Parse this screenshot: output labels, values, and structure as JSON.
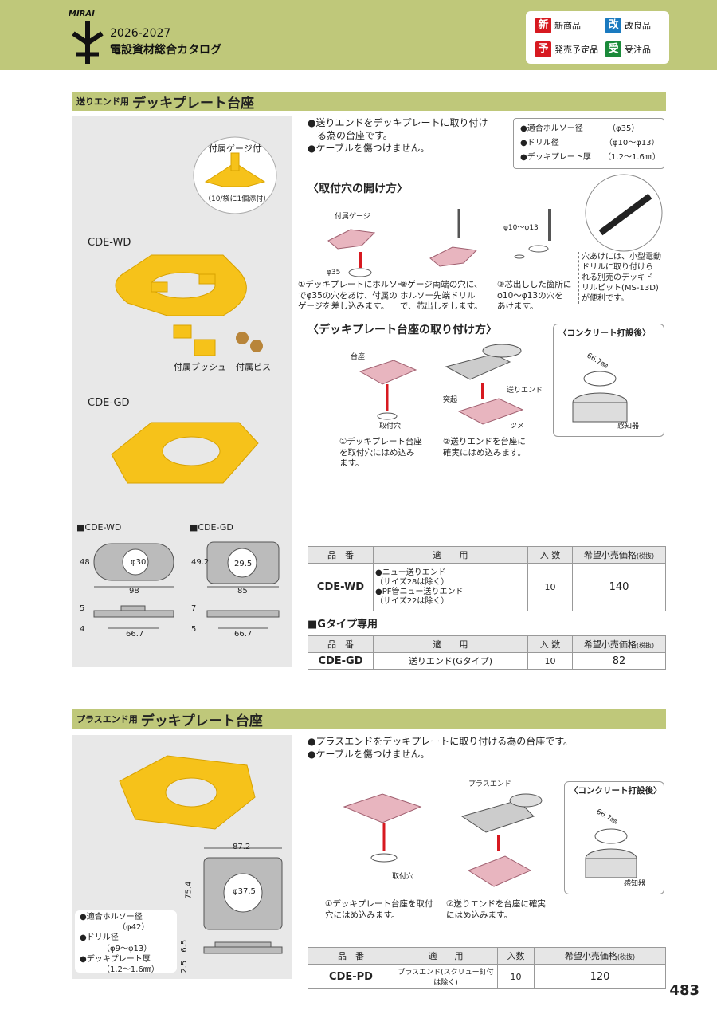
{
  "header": {
    "brand": "MIRAI",
    "year": "2026-2027",
    "catalog_title": "電設資材総合カタログ",
    "legend": [
      {
        "badge": "新",
        "label": "新商品",
        "color": "#d71920"
      },
      {
        "badge": "改",
        "label": "改良品",
        "color": "#1a7ac0"
      },
      {
        "badge": "予",
        "label": "発売予定品",
        "color": "#d71920"
      },
      {
        "badge": "受",
        "label": "受注品",
        "color": "#1a8a3a"
      }
    ]
  },
  "section1": {
    "prefix": "送りエンド用",
    "title": "デッキプレート台座",
    "gauge_label": "付属ゲージ付",
    "gauge_note": "（10/袋に1個添付）",
    "model_wd": "CDE-WD",
    "model_gd": "CDE-GD",
    "bush_label": "付属ブッシュ",
    "screw_label": "付属ビス",
    "bullets": [
      "●送りエンドをデッキプレートに取り付け",
      "　る為の台座です。",
      "●ケーブルを傷つけません。"
    ],
    "specs": [
      {
        "k": "●適合ホルソー径",
        "v": "（φ35）"
      },
      {
        "k": "●ドリル径",
        "v": "（φ10～φ13）"
      },
      {
        "k": "●デッキプレート厚",
        "v": "（1.2～1.6㎜）"
      }
    ],
    "hole_title": "〈取付穴の開け方〉",
    "gauge_small": "付属ゲージ",
    "phi35": "φ35",
    "phi10_13": "φ10～φ13",
    "hole_steps": [
      "①デッキプレートにホルソー\nでφ35の穴をあけ、付属の\nゲージを差し込みます。",
      "②ゲージ両端の穴に、\nホルソー先端ドリル\nで、芯出しをします。",
      "③芯出しした箇所に\nφ10～φ13の穴を\nあけます。"
    ],
    "drill_note": "穴あけには、小型電動\nドリルに取り付けら\nれる別売のデッキド\nリルビット(MS-13D)\nが便利です。",
    "mount_title": "〈デッキプレート台座の取り付け方〉",
    "base_label": "台座",
    "mount_hole": "取付穴",
    "okuri_end": "送りエンド",
    "projection": "突起",
    "claw": "ツメ",
    "mount_steps": [
      "①デッキプレート台座\nを取付穴にはめ込み\nます。",
      "②送りエンドを台座に\n確実にはめ込みます。"
    ],
    "concrete_title": "〈コンクリート打設後〉",
    "concrete_dim": "66.7㎜",
    "sensor": "感知器",
    "dim_wd_label": "■CDE-WD",
    "dim_gd_label": "■CDE-GD",
    "dims_wd": {
      "h": "48",
      "w": "98",
      "d": "φ30",
      "pitch": "66.7",
      "t1": "5",
      "t2": "4"
    },
    "dims_gd": {
      "h": "49.2",
      "w": "85",
      "d": "29.5",
      "pitch": "66.7",
      "t1": "7",
      "t2": "5"
    }
  },
  "table1": {
    "headers": [
      "品　番",
      "適　　用",
      "入 数",
      "希望小売価格"
    ],
    "tax": "(税抜)",
    "rows": [
      {
        "code": "CDE-WD",
        "use": "●ニュー送りエンド\n（サイズ28は除く）\n●PF管ニュー送りエンド\n（サイズ22は除く）",
        "qty": "10",
        "price": "140"
      }
    ]
  },
  "gtype_title": "■Gタイプ専用",
  "table2": {
    "headers": [
      "品　番",
      "適　　用",
      "入 数",
      "希望小売価格"
    ],
    "tax": "(税抜)",
    "rows": [
      {
        "code": "CDE-GD",
        "use": "送りエンド(Gタイプ)",
        "qty": "10",
        "price": "82"
      }
    ]
  },
  "section2": {
    "prefix": "プラスエンド用",
    "title": "デッキプレート台座",
    "bullets": [
      "●プラスエンドをデッキプレートに取り付ける為の台座です。",
      "●ケーブルを傷つけません。"
    ],
    "specs": [
      "●適合ホルソー径",
      "（φ42）",
      "●ドリル径",
      "（φ9～φ13）",
      "●デッキプレート厚",
      "（1.2～1.6㎜）"
    ],
    "plus_end": "プラスエンド",
    "mount_hole": "取付穴",
    "steps": [
      "①デッキプレート台座を取付\n穴にはめ込みます。",
      "②送りエンドを台座に確実\nにはめ込みます。"
    ],
    "concrete_title": "〈コンクリート打設後〉",
    "concrete_dim": "66.7㎜",
    "sensor": "感知器",
    "dims": {
      "w": "87.2",
      "h": "75.4",
      "d": "φ37.5",
      "t1": "6.5",
      "t2": "2.5"
    }
  },
  "table3": {
    "headers": [
      "品　番",
      "適　　用",
      "入数",
      "希望小売価格"
    ],
    "tax": "(税抜)",
    "rows": [
      {
        "code": "CDE-PD",
        "use": "プラスエンド(スクリュー釘付は除く)",
        "qty": "10",
        "price": "120"
      }
    ]
  },
  "page_number": "483"
}
